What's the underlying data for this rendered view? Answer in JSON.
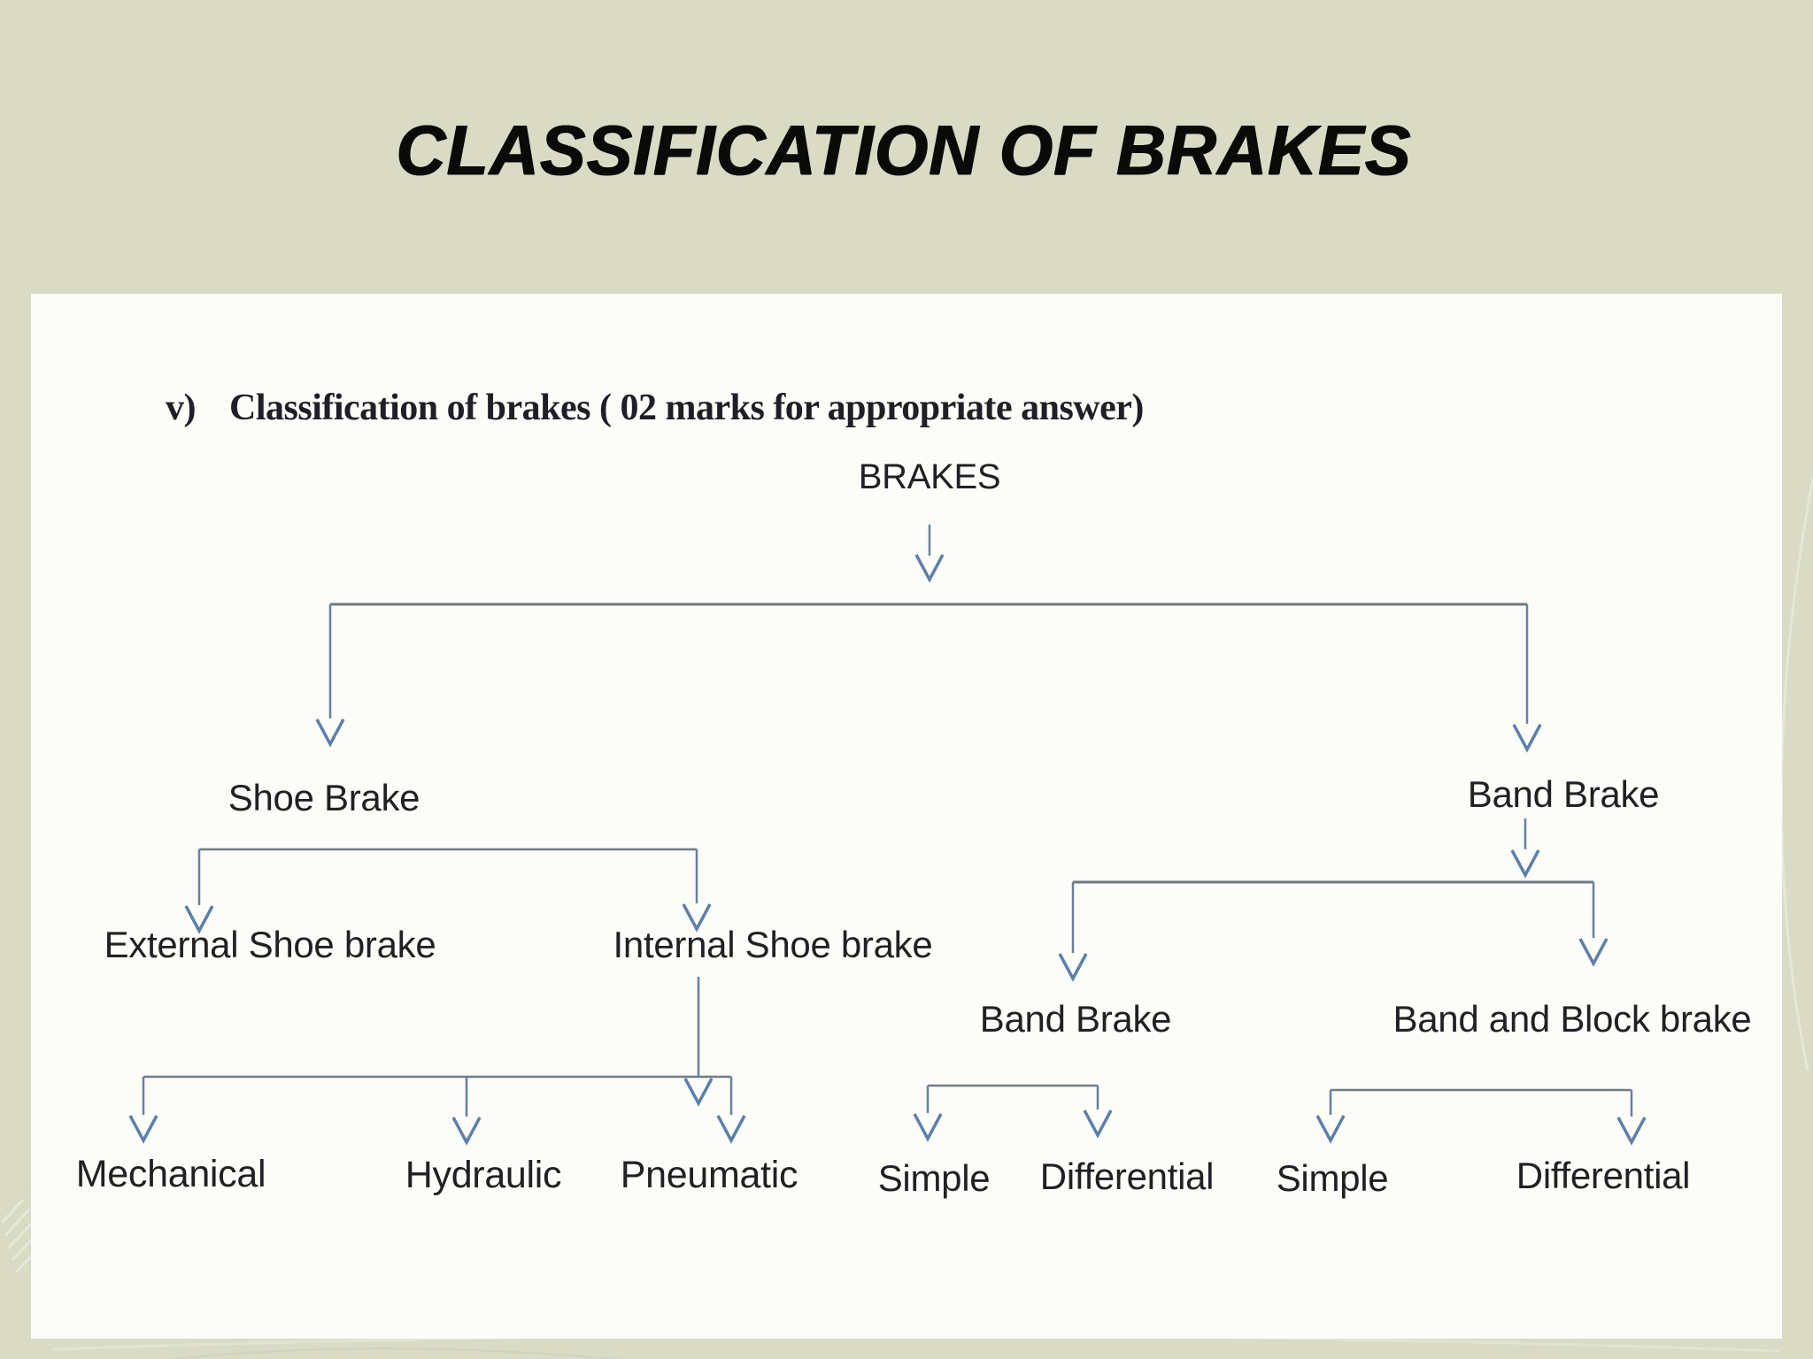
{
  "slide": {
    "title": "CLASSIFICATION OF BRAKES"
  },
  "diagram": {
    "heading_marker": "v)",
    "heading": "Classification of brakes ( 02 marks for appropriate answer)",
    "tree": {
      "label": "BRAKES",
      "children": [
        {
          "label": "Shoe Brake",
          "children": [
            {
              "label": "External Shoe brake"
            },
            {
              "label": "Internal Shoe brake",
              "children": [
                {
                  "label": "Mechanical"
                },
                {
                  "label": "Hydraulic"
                },
                {
                  "label": "Pneumatic"
                }
              ]
            }
          ]
        },
        {
          "label": "Band Brake",
          "children": [
            {
              "label": "Band Brake",
              "children": [
                {
                  "label": "Simple"
                },
                {
                  "label": "Differential"
                }
              ]
            },
            {
              "label": "Band and Block brake",
              "children": [
                {
                  "label": "Simple"
                },
                {
                  "label": "Differential"
                }
              ]
            }
          ]
        }
      ]
    },
    "colors": {
      "background": "#d9dbc5",
      "panel": "#fcfcf8",
      "arrow_head": "#5c7fab",
      "line": "#6e7983",
      "title_text": "#0a0a08",
      "node_text": "#212123"
    }
  }
}
